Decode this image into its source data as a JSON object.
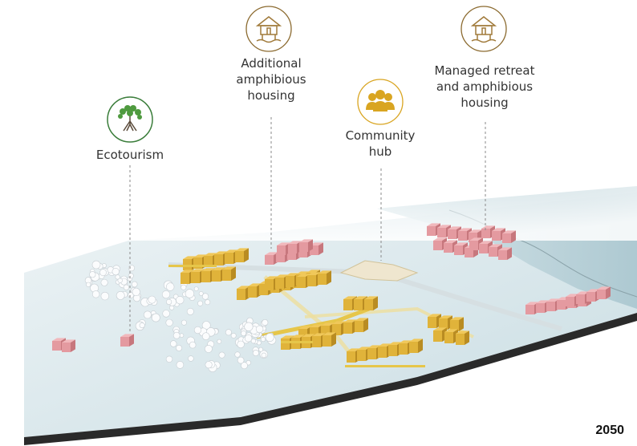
{
  "callouts": {
    "ecotourism": {
      "label": "Ecotourism",
      "icon": "mangrove-tree-icon",
      "color": "#3a7d3a"
    },
    "additional_housing": {
      "label_lines": [
        "Additional",
        "amphibious",
        "housing"
      ],
      "icon": "stilt-house-icon",
      "color": "#8b6a2f"
    },
    "community_hub": {
      "label_lines": [
        "Community",
        "hub"
      ],
      "icon": "people-group-icon",
      "color": "#d9a521"
    },
    "managed_retreat": {
      "label_lines": [
        "Managed retreat",
        "and amphibious",
        "housing"
      ],
      "icon": "stilt-house-icon",
      "color": "#8b6a2f"
    }
  },
  "year_label": "2050",
  "legend_colors": {
    "amphibious_housing": "#e0b33a",
    "retreat_housing": "#e49aa0",
    "water": "#cfe0e5",
    "trees": "#f2f4f6"
  }
}
